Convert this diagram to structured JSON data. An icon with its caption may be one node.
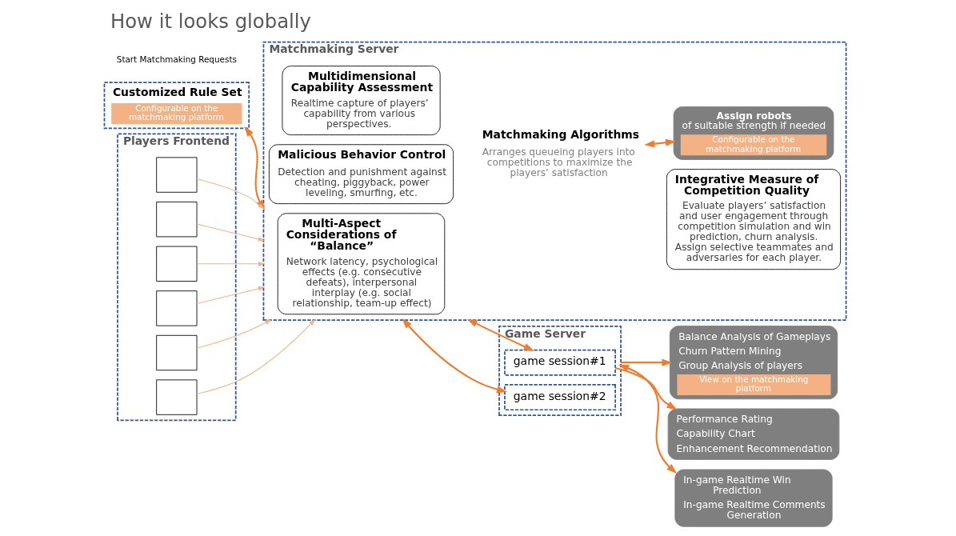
{
  "diagram": {
    "title": "How it looks globally",
    "nodes": [
      {
        "text": [
          "Customized Rule Set",
          "Configurable on the matchmaking platform"
        ]
      },
      {
        "text": [
          "Matchmaking Server"
        ]
      },
      {
        "text": [
          "Multi-Aspect Considerations of “Balance”",
          "Network latency, psychological effects (e.g. consecutive defeats), interpersonal interplay (e.g. social relationship, team-up effect)"
        ],
        "in": 1
      },
      {
        "text": [
          "Multidimensional Capability Assessment",
          "Realtime capture of players’ capability from various perspectives."
        ],
        "in": 1
      },
      {
        "text": [
          "Integrative Measure of Competition Quality",
          "Evaluate players’ satisfaction and user engagement through competition simulation and win prediction, churn analysis. Assign selective teammates and adversaries for each player."
        ],
        "in": 1
      },
      {
        "text": [
          "Malicious Behavior Control",
          "Detection and punishment against cheating, piggyback, power leveling, smurfing, etc."
        ],
        "in": 1
      },
      {
        "text": [
          "Matchmaking Algorithms",
          "Arranges queueing players into competitions to maximize the players’ satisfaction"
        ],
        "in": 1
      },
      {
        "text": [
          "**Assign robots** of suitable strength if needed",
          "Configurable on the matchmaking platform"
        ],
        "in": 1
      },
      {
        "text": [
          "Balance Analysis of Gameplays",
          "Churn Pattern Mining",
          "Group Analysis of players",
          "View on the matchmaking platform"
        ]
      },
      {
        "text": [
          "Game Server"
        ]
      },
      {
        "text": [
          "game session#1"
        ],
        "in": 9
      },
      {
        "text": [
          "game session#2"
        ],
        "in": 9
      },
      {
        "text": [
          "Performance Rating",
          "Capability Chart",
          "Enhancement Recommendation"
        ]
      },
      {
        "text": [
          "In-game Realtime Win Prediction",
          "In-game Realtime Comments Generation"
        ]
      },
      {
        "text": [
          "Players Frontend"
        ]
      },
      {
        "text": [],
        "shape": "box",
        "in": 14
      },
      {
        "text": [],
        "shape": "box",
        "in": 14
      },
      {
        "text": [],
        "shape": "box",
        "in": 14
      },
      {
        "text": [],
        "shape": "box",
        "in": 14
      },
      {
        "text": [],
        "shape": "box",
        "in": 14
      },
      {
        "text": [],
        "shape": "box",
        "in": 14
      }
    ],
    "edges": [
      {
        "from": 0,
        "to": 1,
        "arrow": "both"
      },
      {
        "from": 6,
        "to": 7,
        "arrow": "both"
      },
      {
        "from": 1,
        "to": 10,
        "arrow": "both"
      },
      {
        "from": 1,
        "to": 11,
        "arrow": "both"
      },
      {
        "from": 9,
        "to": 8,
        "arrow": "to"
      },
      {
        "from": 10,
        "to": 12,
        "arrow": "to"
      },
      {
        "from": 9,
        "to": 13,
        "arrow": "both"
      },
      {
        "from": 15,
        "to": 1,
        "arrow": "to",
        "color": "#f4b183"
      },
      {
        "from": 16,
        "to": 1,
        "arrow": "to",
        "color": "#f4b183"
      },
      {
        "from": 17,
        "to": 1,
        "arrow": "to",
        "color": "#f4b183"
      },
      {
        "from": 18,
        "to": 1,
        "arrow": "to",
        "color": "#f4b183"
      },
      {
        "from": 19,
        "to": 1,
        "arrow": "to",
        "color": "#f4b183"
      },
      {
        "from": 20,
        "to": 1,
        "arrow": "to",
        "color": "#f4b183"
      }
    ],
    "labels": [
      "Start Matchmaking Requests"
    ]
  }
}
